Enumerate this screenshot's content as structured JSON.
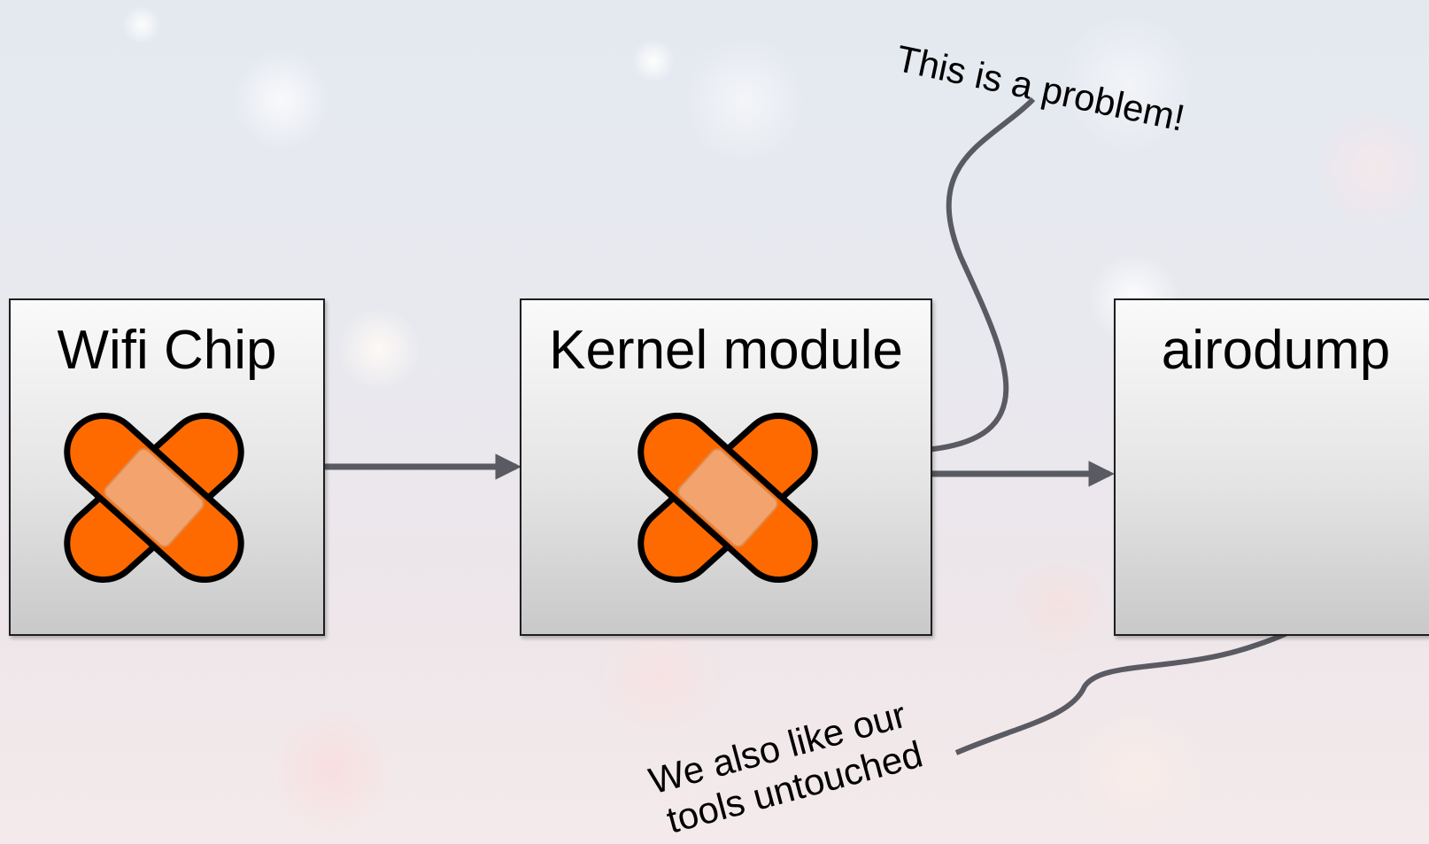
{
  "diagram": {
    "nodes": [
      {
        "id": "wifi-chip",
        "label": "Wifi Chip",
        "icon": "bandage-patch-icon"
      },
      {
        "id": "kernel-module",
        "label": "Kernel module",
        "icon": "bandage-patch-icon"
      },
      {
        "id": "airodump",
        "label": "airodump"
      }
    ],
    "edges": [
      {
        "from": "wifi-chip",
        "to": "kernel-module"
      },
      {
        "from": "kernel-module",
        "to": "airodump"
      }
    ],
    "annotations": {
      "problem": "This is a problem!",
      "tools_line1": "We also like our",
      "tools_line2": "tools untouched"
    },
    "colors": {
      "patch_orange": "#ff6a00",
      "arrow_gray": "#5a5a62"
    }
  }
}
